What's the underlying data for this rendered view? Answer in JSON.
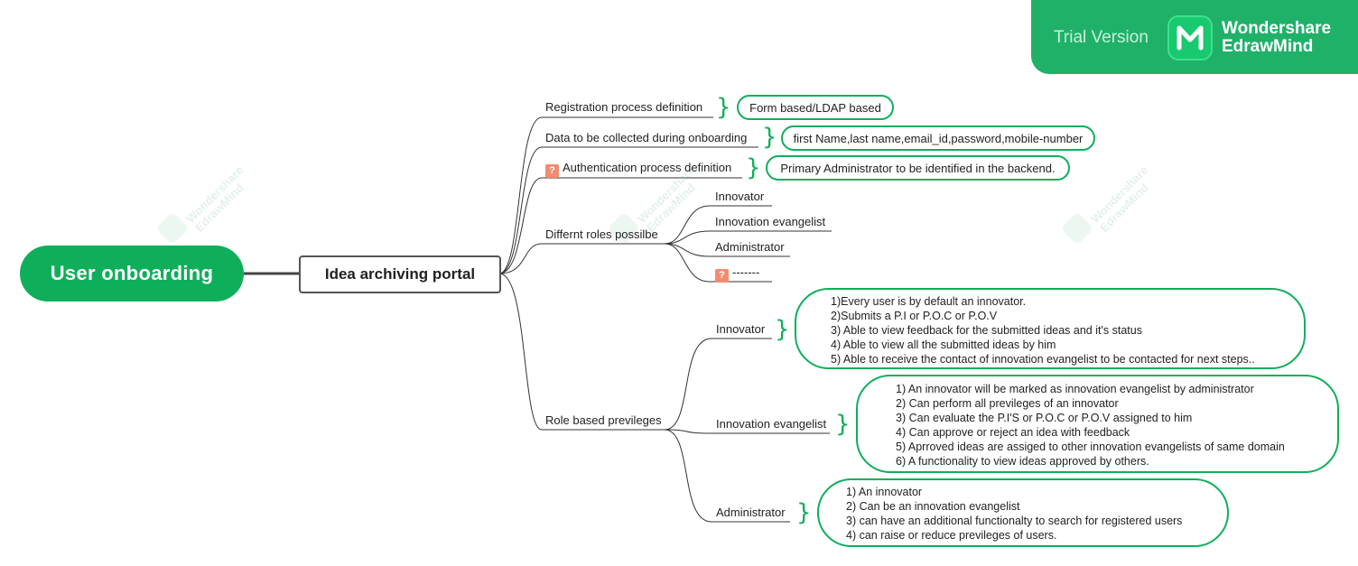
{
  "banner": {
    "trial": "Trial Version",
    "brand_line1": "Wondershare",
    "brand_line2": "EdrawMind"
  },
  "watermark": {
    "line1": "Wondershare",
    "line2": "EdrawMind"
  },
  "root": {
    "label": "User onboarding"
  },
  "main_topic": {
    "label": "Idea archiving portal"
  },
  "branches": {
    "registration": {
      "label": "Registration process definition",
      "note": "Form based/LDAP based"
    },
    "data_collected": {
      "label": "Data to be collected during onboarding",
      "note": "first Name,last name,email_id,password,mobile-number"
    },
    "authentication": {
      "icon": "question-icon",
      "icon_glyph": "?",
      "label": "Authentication process definition",
      "note": "Primary Administrator to be identified in the backend."
    },
    "roles": {
      "label": "Differnt roles possilbe",
      "items": [
        "Innovator",
        "Innovation evangelist",
        "Administrator",
        "-------"
      ]
    },
    "previleges": {
      "label": "Role based previleges",
      "innovator": {
        "label": "Innovator",
        "lines": [
          "1)Every user is by default an innovator.",
          "2)Submits a P.I or P.O.C or P.O.V",
          "3) Able to view feedback for the submitted ideas and it's status",
          "4) Able to view all the submitted ideas by him",
          "5) Able to receive the contact of innovation evangelist to be contacted for next steps.."
        ]
      },
      "evangelist": {
        "label": "Innovation evangelist",
        "lines": [
          "1) An innovator will be marked as innovation evangelist by administrator",
          "2) Can perform all previleges of an innovator",
          "3) Can evaluate the P.I'S or P.O.C or P.O.V assigned to him",
          "4) Can approve or reject an idea with feedback",
          "5) Aprroved ideas are assiged to other innovation evangelists of same domain",
          "6) A functionality to view ideas approved by others."
        ]
      },
      "administrator": {
        "label": "Administrator",
        "lines": [
          "1) An innovator",
          "2) Can be an innovation evangelist",
          "3) can have an additional functionalty to search for registered users",
          "4) can raise or reduce previleges of users."
        ]
      }
    }
  },
  "colors": {
    "accent": "#0fae5b",
    "banner": "#20b169",
    "question": "#f08c70"
  }
}
